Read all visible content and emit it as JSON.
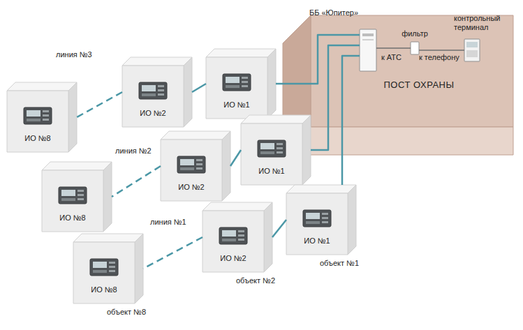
{
  "diagram": {
    "nodes": [
      {
        "text": [
          "ПОСТ ОХРАНЫ"
        ]
      },
      {
        "text": [
          "ББ «Юпитер»"
        ],
        "in": 0
      },
      {
        "text": [
          "фильтр"
        ],
        "in": 0
      },
      {
        "text": [
          "контрольный терминал"
        ],
        "in": 0
      },
      {
        "text": [
          "ИО №1"
        ]
      },
      {
        "text": [
          "ИО №2"
        ]
      },
      {
        "text": [
          "ИО №8"
        ]
      },
      {
        "text": [
          "ИО №1"
        ]
      },
      {
        "text": [
          "ИО №2"
        ]
      },
      {
        "text": [
          "ИО №8"
        ]
      },
      {
        "text": [
          "ИО №1",
          "объект №1"
        ]
      },
      {
        "text": [
          "ИО №2",
          "объект №2"
        ]
      },
      {
        "text": [
          "ИО №8",
          "объект №8"
        ]
      }
    ],
    "edges": [
      {
        "from": 1,
        "to": 2,
        "arrow": "none"
      },
      {
        "from": 2,
        "to": 3,
        "arrow": "none"
      },
      {
        "from": 1,
        "to": 4,
        "arrow": "none"
      },
      {
        "from": 4,
        "to": 5,
        "arrow": "none"
      },
      {
        "from": 5,
        "to": 6,
        "label": "линия №3",
        "arrow": "none"
      },
      {
        "from": 1,
        "to": 7,
        "arrow": "none"
      },
      {
        "from": 7,
        "to": 8,
        "arrow": "none"
      },
      {
        "from": 8,
        "to": 9,
        "label": "линия №2",
        "arrow": "none"
      },
      {
        "from": 1,
        "to": 10,
        "arrow": "none"
      },
      {
        "from": 10,
        "to": 11,
        "arrow": "none"
      },
      {
        "from": 11,
        "to": 12,
        "label": "линия №1",
        "arrow": "none"
      }
    ],
    "labels": [
      "к АТС",
      "к телефону"
    ]
  }
}
